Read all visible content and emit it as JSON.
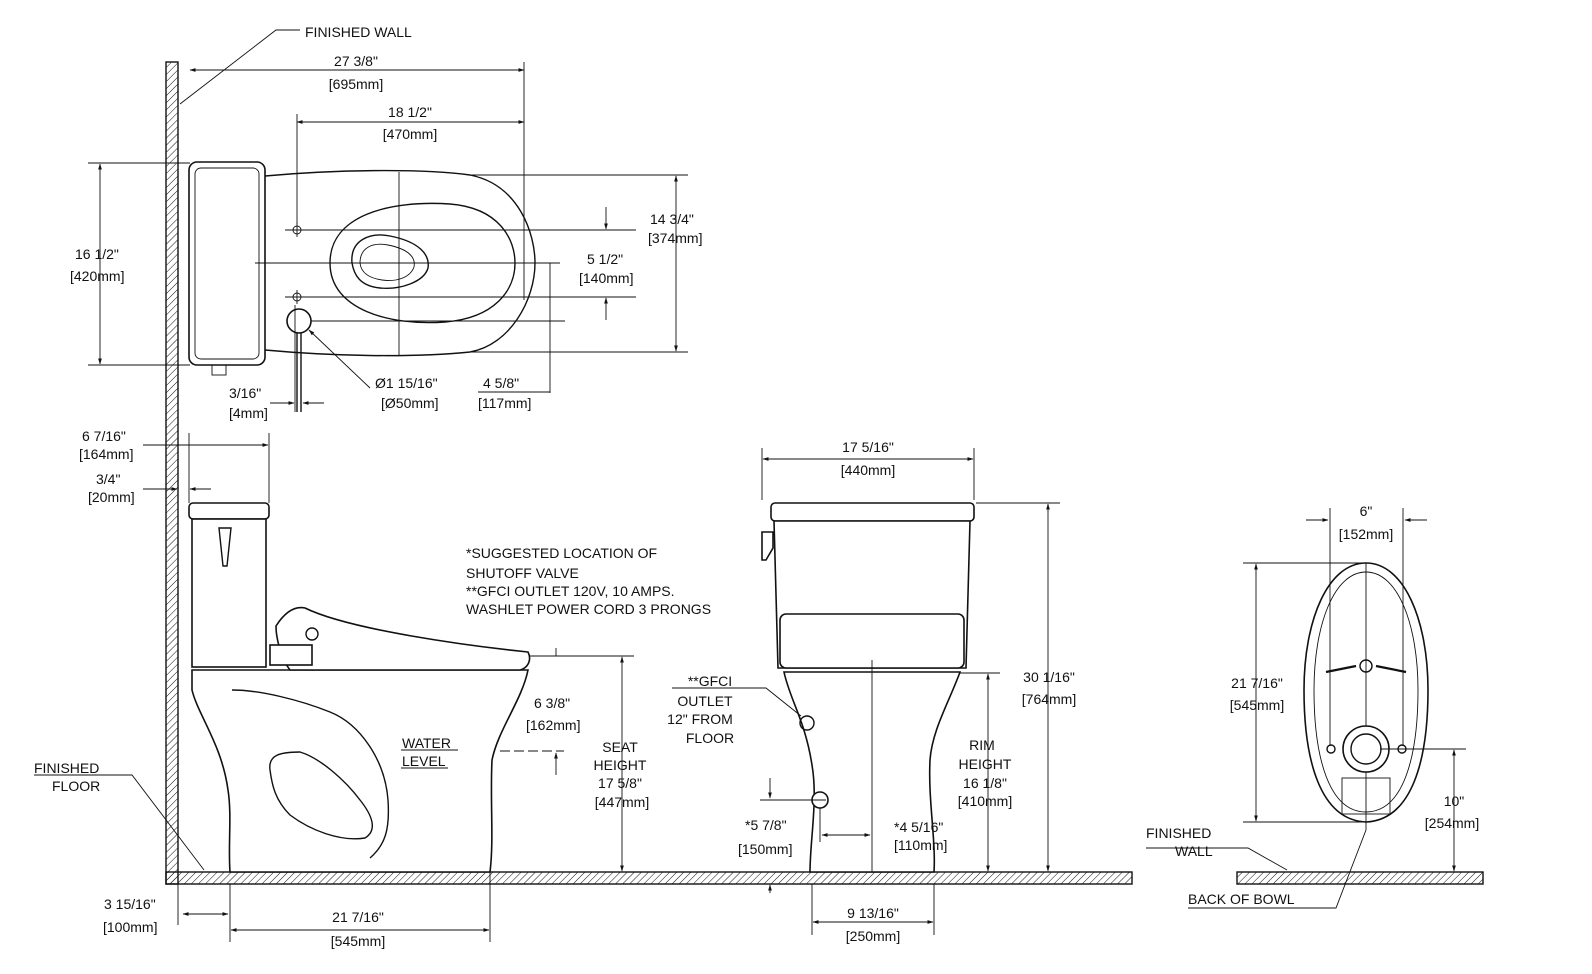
{
  "colors": {
    "line": "#111111",
    "background": "#ffffff"
  },
  "plan": {
    "finished_wall_label": "FINISHED WALL",
    "overall_length": {
      "imperial": "27 3/8\"",
      "metric": "[695mm]"
    },
    "bolt_to_front": {
      "imperial": "18 1/2\"",
      "metric": "[470mm]"
    },
    "tank_width": {
      "imperial": "16 1/2\"",
      "metric": "[420mm]"
    },
    "bowl_width": {
      "imperial": "14 3/4\"",
      "metric": "[374mm]"
    },
    "seat_bolt_spacing": {
      "imperial": "5 1/2\"",
      "metric": "[140mm]"
    },
    "supply_offset": {
      "imperial": "3/16\"",
      "metric": "[4mm]"
    },
    "supply_diameter": {
      "imperial": "Ø1 15/16\"",
      "metric": "[Ø50mm]"
    },
    "supply_to_center": {
      "imperial": "4 5/8\"",
      "metric": "[117mm]"
    }
  },
  "side": {
    "tank_depth": {
      "imperial": "6 7/16\"",
      "metric": "[164mm]"
    },
    "wall_gap": {
      "imperial": "3/4\"",
      "metric": "[20mm]"
    },
    "notes": [
      "*SUGGESTED LOCATION OF",
      "SHUTOFF VALVE",
      "**GFCI OUTLET 120V, 10 AMPS.",
      "WASHLET POWER CORD 3 PRONGS"
    ],
    "seat_to_water": {
      "imperial": "6 3/8\"",
      "metric": "[162mm]"
    },
    "water_level": [
      "WATER",
      "LEVEL"
    ],
    "seat_height": {
      "lines": [
        "SEAT",
        "HEIGHT",
        "17 5/8\""
      ],
      "metric": "[447mm]"
    },
    "finished_floor": [
      "FINISHED",
      "FLOOR"
    ],
    "outlet_offset": {
      "imperial": "3 15/16\"",
      "metric": "[100mm]"
    },
    "base_length": {
      "imperial": "21 7/16\"",
      "metric": "[545mm]"
    }
  },
  "front": {
    "width": {
      "imperial": "17 5/16\"",
      "metric": "[440mm]"
    },
    "gfci": [
      "**GFCI",
      "OUTLET",
      "12\" FROM",
      "FLOOR"
    ],
    "overall_height": {
      "imperial": "30 1/16\"",
      "metric": "[764mm]"
    },
    "rim_height": {
      "lines": [
        "RIM",
        "HEIGHT",
        "16 1/8\""
      ],
      "metric": "[410mm]"
    },
    "valve_height": {
      "imperial": "*5 7/8\"",
      "metric": "[150mm]"
    },
    "valve_offset": {
      "imperial": "*4 5/16\"",
      "metric": "[110mm]"
    },
    "base_width": {
      "imperial": "9 13/16\"",
      "metric": "[250mm]"
    }
  },
  "bottom": {
    "bolt_spacing": {
      "imperial": "6\"",
      "metric": "[152mm]"
    },
    "length": {
      "imperial": "21 7/16\"",
      "metric": "[545mm]"
    },
    "outlet_to_back": {
      "imperial": "10\"",
      "metric": "[254mm]"
    },
    "finished_wall": [
      "FINISHED",
      "WALL"
    ],
    "back_of_bowl": "BACK OF BOWL"
  }
}
